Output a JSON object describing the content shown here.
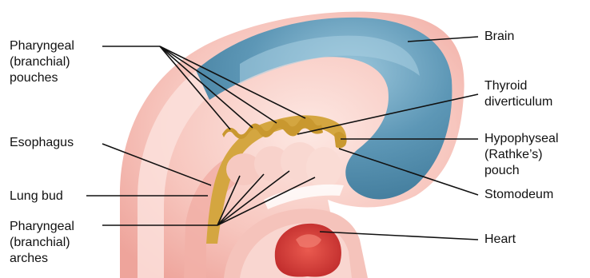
{
  "labels": {
    "pharyngeal_pouches": [
      "Pharyngeal",
      "(branchial)",
      "pouches"
    ],
    "esophagus": "Esophagus",
    "lung_bud": "Lung bud",
    "pharyngeal_arches": [
      "Pharyngeal",
      "(branchial)",
      "arches"
    ],
    "brain": "Brain",
    "thyroid_diverticulum": [
      "Thyroid",
      "diverticulum"
    ],
    "hypophyseal_pouch": [
      "Hypophyseal",
      "(Rathke’s)",
      "pouch"
    ],
    "stomodeum": "Stomodeum",
    "heart": "Heart"
  },
  "colors": {
    "embryo_body": "#f4b7b0",
    "embryo_light": "#fbe3de",
    "brain": "#4a88a8",
    "brain_light": "#86b8cf",
    "foregut": "#d4a640",
    "heart": "#d63a36",
    "leader_line": "#111111"
  }
}
